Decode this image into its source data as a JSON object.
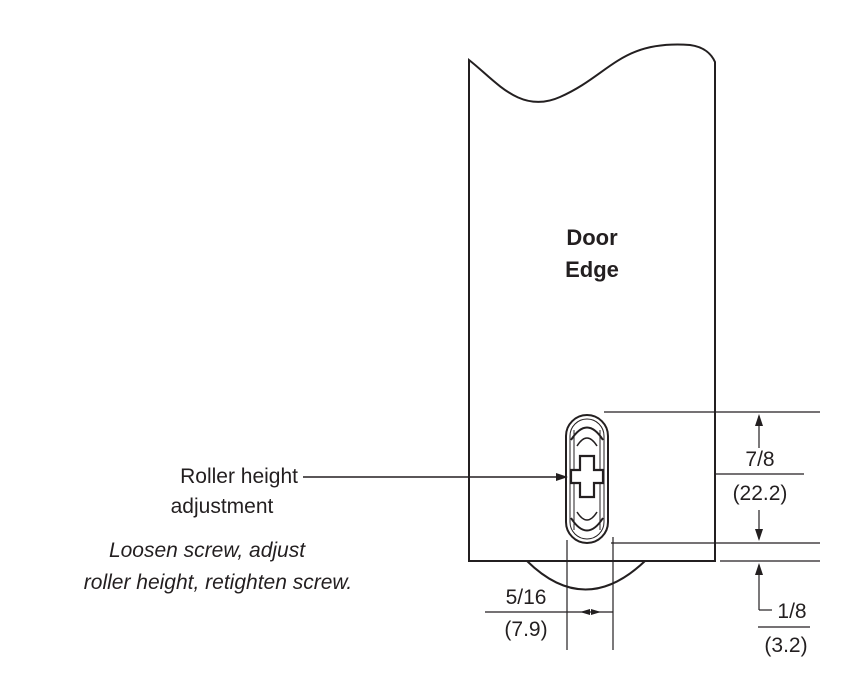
{
  "door_label": {
    "line1": "Door",
    "line2": "Edge"
  },
  "callout": {
    "line1": "Roller height",
    "line2": "adjustment"
  },
  "instruction": {
    "line1": "Loosen screw, adjust",
    "line2": "roller height, retighten screw."
  },
  "dimensions": {
    "slot_height": {
      "fraction": "7/8",
      "metric": "(22.2)"
    },
    "slot_width": {
      "fraction": "5/16",
      "metric": "(7.9)"
    },
    "roller_offset": {
      "fraction": "1/8",
      "metric": "(3.2)"
    }
  },
  "colors": {
    "line": "#231f20",
    "background": "#ffffff"
  }
}
